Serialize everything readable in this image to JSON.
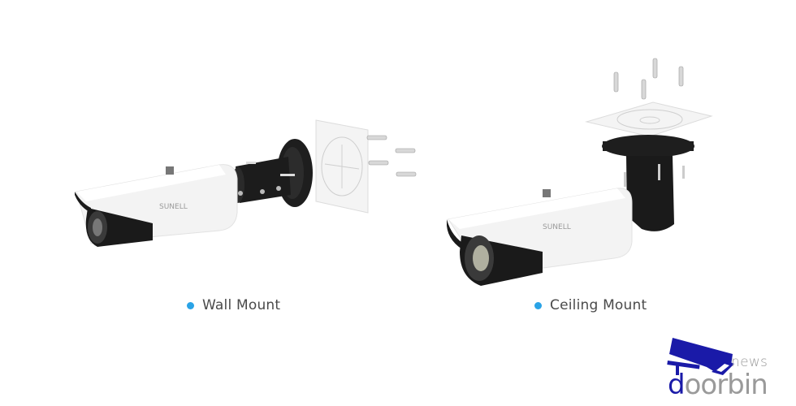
{
  "panels": [
    {
      "id": "wall",
      "caption": "Wall Mount",
      "camera_brand": "SUNELL"
    },
    {
      "id": "ceiling",
      "caption": "Ceiling Mount",
      "camera_brand": "SUNELL"
    }
  ],
  "colors": {
    "bullet": "#2aa3e6",
    "logo_blue": "#1a1aa8",
    "logo_gray": "#9a9a9a",
    "caption_text": "#4a4a4a"
  },
  "watermark": {
    "small": "news",
    "large_first": "d",
    "large_rest": "oorbin"
  }
}
